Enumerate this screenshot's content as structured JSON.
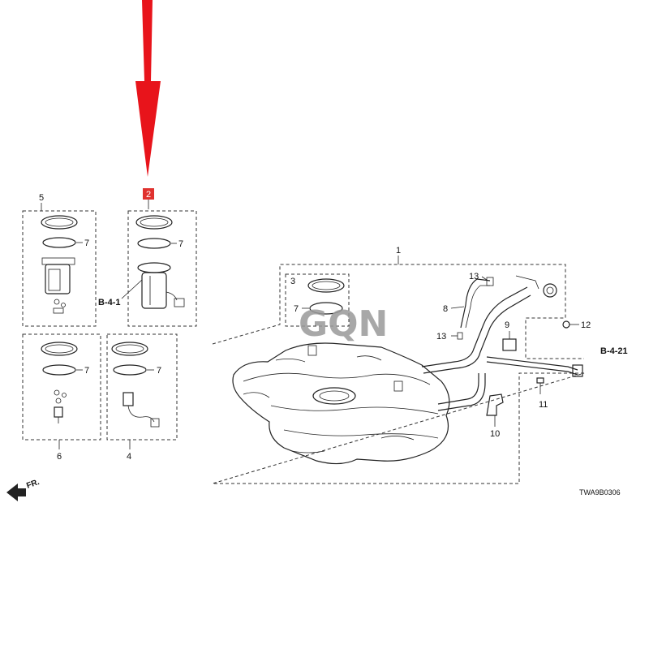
{
  "highlight": {
    "label": "2",
    "color": "#e0322f",
    "arrow_color": "#e8141b"
  },
  "watermark": "GQN",
  "diagram_code": "TWA9B0306",
  "front_marker": "FR.",
  "refs": {
    "b41": "B-4-1",
    "b421": "B-4-21"
  },
  "callouts": {
    "c1": "1",
    "c3": "3",
    "c4": "4",
    "c5": "5",
    "c6": "6",
    "c7a": "7",
    "c7b": "7",
    "c7c": "7",
    "c7d": "7",
    "c7e": "7",
    "c8": "8",
    "c9": "9",
    "c10": "10",
    "c11": "11",
    "c12": "12",
    "c13a": "13",
    "c13b": "13"
  }
}
